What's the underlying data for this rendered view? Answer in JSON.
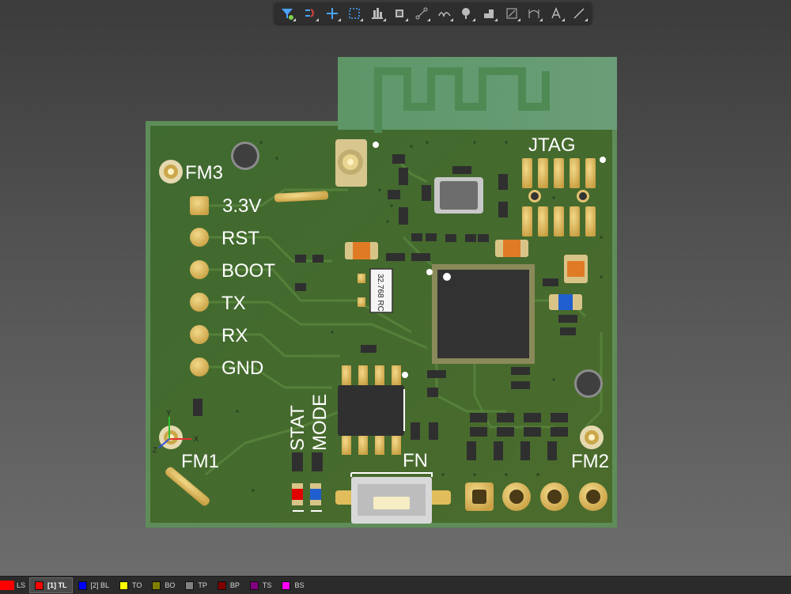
{
  "toolbar": {
    "tools": [
      {
        "name": "filter-tool-icon"
      },
      {
        "name": "route-tool-icon"
      },
      {
        "name": "place-tool-icon"
      },
      {
        "name": "select-box-icon"
      },
      {
        "name": "align-tool-icon"
      },
      {
        "name": "component-tool-icon"
      },
      {
        "name": "net-tool-icon"
      },
      {
        "name": "interactive-route-icon"
      },
      {
        "name": "via-tool-icon"
      },
      {
        "name": "polygon-tool-icon"
      },
      {
        "name": "dimension-tool-icon"
      },
      {
        "name": "measure-tool-icon"
      },
      {
        "name": "text-tool-icon"
      },
      {
        "name": "line-tool-icon"
      }
    ]
  },
  "board": {
    "silk_labels": {
      "fm3": "FM3",
      "v33": "3.3V",
      "rst": "RST",
      "boot": "BOOT",
      "tx": "TX",
      "rx": "RX",
      "gnd": "GND",
      "jtag": "JTAG",
      "stat": "STAT",
      "mode": "MODE",
      "fn": "FN",
      "fm1": "FM1",
      "fm2": "FM2",
      "crystal": "32.768 RC"
    },
    "axis": {
      "x": "X",
      "y": "Y",
      "z": "Z"
    }
  },
  "layers": [
    {
      "label": "LS",
      "color": "#ff0000"
    },
    {
      "label": "[1] TL",
      "color": "#ff0000",
      "active": true
    },
    {
      "label": "[2] BL",
      "color": "#0000ff"
    },
    {
      "label": "TO",
      "color": "#ffff00"
    },
    {
      "label": "BO",
      "color": "#808000"
    },
    {
      "label": "TP",
      "color": "#808080"
    },
    {
      "label": "BP",
      "color": "#800000"
    },
    {
      "label": "TS",
      "color": "#800080"
    },
    {
      "label": "BS",
      "color": "#ff00ff"
    }
  ],
  "colors": {
    "board": "#496d2f",
    "edge": "#6a9a55",
    "pad": "#e1bd5c",
    "silk": "#ffffff"
  }
}
